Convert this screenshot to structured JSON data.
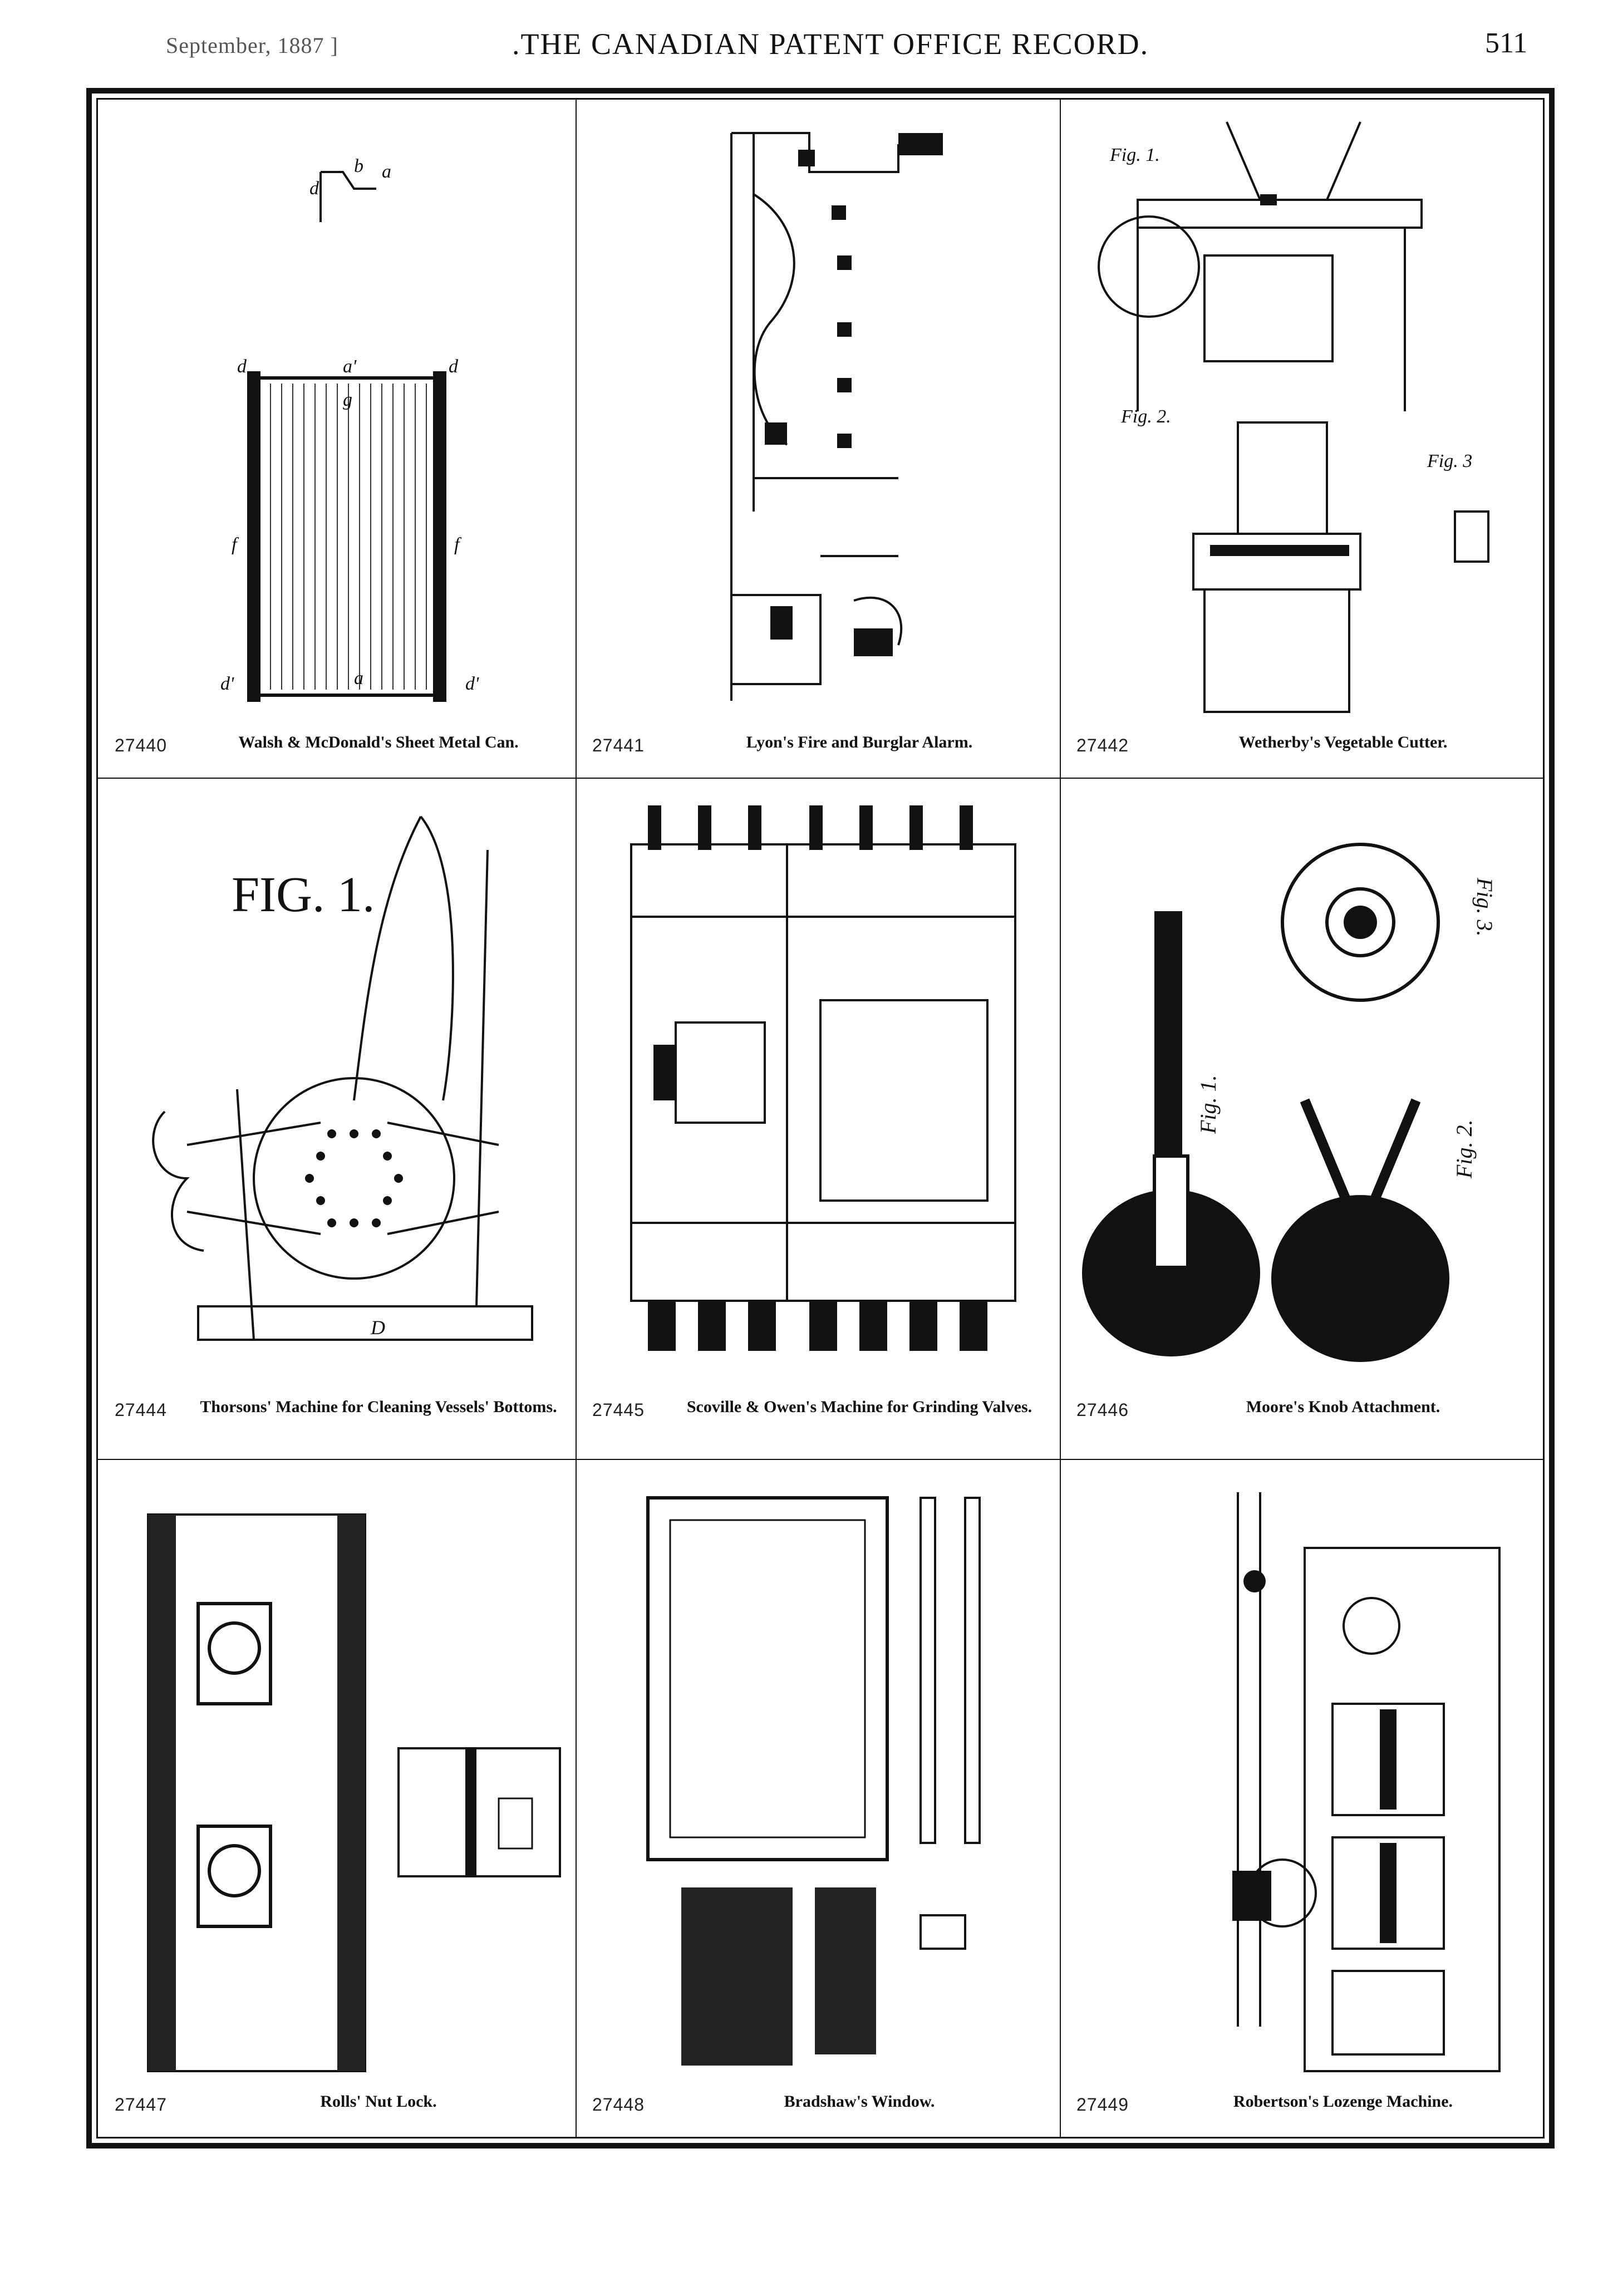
{
  "header": {
    "date": "September, 1887 ]",
    "title": ".THE CANADIAN PATENT OFFICE RECORD.",
    "page_number": "511"
  },
  "entries": [
    {
      "number": "27440",
      "title": "Walsh & McDonald's Sheet Metal Can."
    },
    {
      "number": "27441",
      "title": "Lyon's Fire and Burglar Alarm."
    },
    {
      "number": "27442",
      "title": "Wetherby's Vegetable Cutter."
    },
    {
      "number": "27444",
      "title": "Thorsons' Machine for Cleaning Vessels' Bottoms."
    },
    {
      "number": "27445",
      "title": "Scoville & Owen's Machine for Grinding Valves."
    },
    {
      "number": "27446",
      "title": "Moore's Knob Attachment."
    },
    {
      "number": "27447",
      "title": "Rolls' Nut Lock."
    },
    {
      "number": "27448",
      "title": "Bradshaw's Window."
    },
    {
      "number": "27449",
      "title": "Robertson's Lozenge Machine."
    }
  ],
  "figure_labels": {
    "fig1": "Fig. 1.",
    "fig2": "Fig. 2.",
    "fig3": "Fig. 3",
    "fig1_large": "FIG. 1.",
    "fig_a": "Fig. 1.",
    "fig_b": "Fig. 2.",
    "fig_c": "Fig. 3."
  }
}
